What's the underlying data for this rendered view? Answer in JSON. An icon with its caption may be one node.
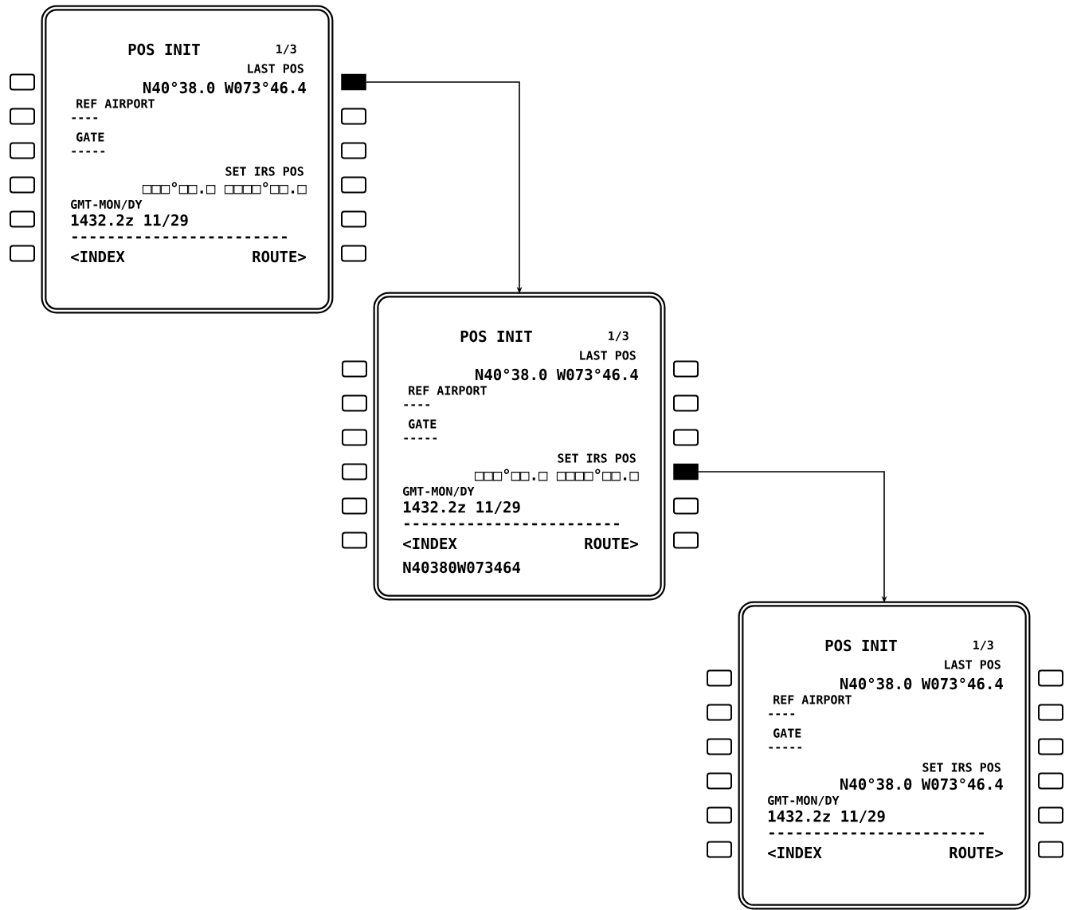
{
  "diagram": {
    "nodes": [
      {
        "text": [
          "POS INIT",
          "1/3",
          "LAST POS",
          "N40°38.0 W073°46.4",
          "REF AIRPORT",
          "----",
          "GATE",
          "-----",
          "SET IRS POS",
          "□□□°□□.□ □□□□°□□.□",
          "GMT-MON/DY",
          "1432.2z 11/29",
          "------------------------",
          "<INDEX",
          "ROUTE>"
        ]
      },
      {
        "text": [
          "POS INIT",
          "1/3",
          "LAST POS",
          "N40°38.0 W073°46.4",
          "REF AIRPORT",
          "----",
          "GATE",
          "-----",
          "SET IRS POS",
          "□□□°□□.□ □□□□°□□.□",
          "GMT-MON/DY",
          "1432.2z 11/29",
          "------------------------",
          "<INDEX",
          "ROUTE>",
          "N40380W073464"
        ]
      },
      {
        "text": [
          "POS INIT",
          "1/3",
          "LAST POS",
          "N40°38.0 W073°46.4",
          "REF AIRPORT",
          "----",
          "GATE",
          "-----",
          "SET IRS POS",
          "N40°38.0 W073°46.4",
          "GMT-MON/DY",
          "1432.2z 11/29",
          "------------------------",
          "<INDEX",
          "ROUTE>"
        ]
      },
      {
        "text": [],
        "shape": "box"
      },
      {
        "text": [],
        "shape": "box"
      }
    ],
    "edges": [
      {
        "from": 3,
        "to": 1,
        "arrow": "to"
      },
      {
        "from": 4,
        "to": 2,
        "arrow": "to"
      }
    ]
  }
}
